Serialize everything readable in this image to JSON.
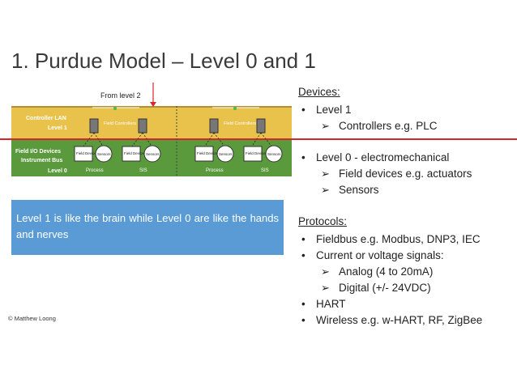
{
  "title": "1. Purdue Model – Level 0 and 1",
  "from_label": "From level 2",
  "copyright": "© Matthew Loong",
  "callout": "Level 1 is like the brain while Level 0 are like the hands and nerves",
  "diagram": {
    "controller_lan": "Controller LAN",
    "level1": "Level 1",
    "field_io": "Field I/O Devices",
    "instrument_bus": "Instrument Bus",
    "level0": "Level 0",
    "field_controllers": "Field Controllers",
    "field_devices": "Field Devices",
    "sensors": "Sensors",
    "process": "Process",
    "sis": "SIS",
    "colors": {
      "level1_band": "#e8c24a",
      "level0_band": "#5a9a3c",
      "bus_line": "#d7262a"
    }
  },
  "devices": {
    "heading": "Devices:",
    "level1": "Level 1",
    "level1_sub": "Controllers e.g. PLC",
    "level0": "Level 0 - electromechanical",
    "level0_sub": [
      "Field devices e.g. actuators",
      "Sensors"
    ]
  },
  "protocols": {
    "heading": "Protocols:",
    "fieldbus": "Fieldbus e.g. Modbus, DNP3, IEC",
    "current": "Current or voltage signals:",
    "current_sub": [
      "Analog (4 to 20mA)",
      "Digital (+/- 24VDC)"
    ],
    "hart": "HART",
    "wireless": "Wireless e.g. w-HART, RF, ZigBee"
  }
}
